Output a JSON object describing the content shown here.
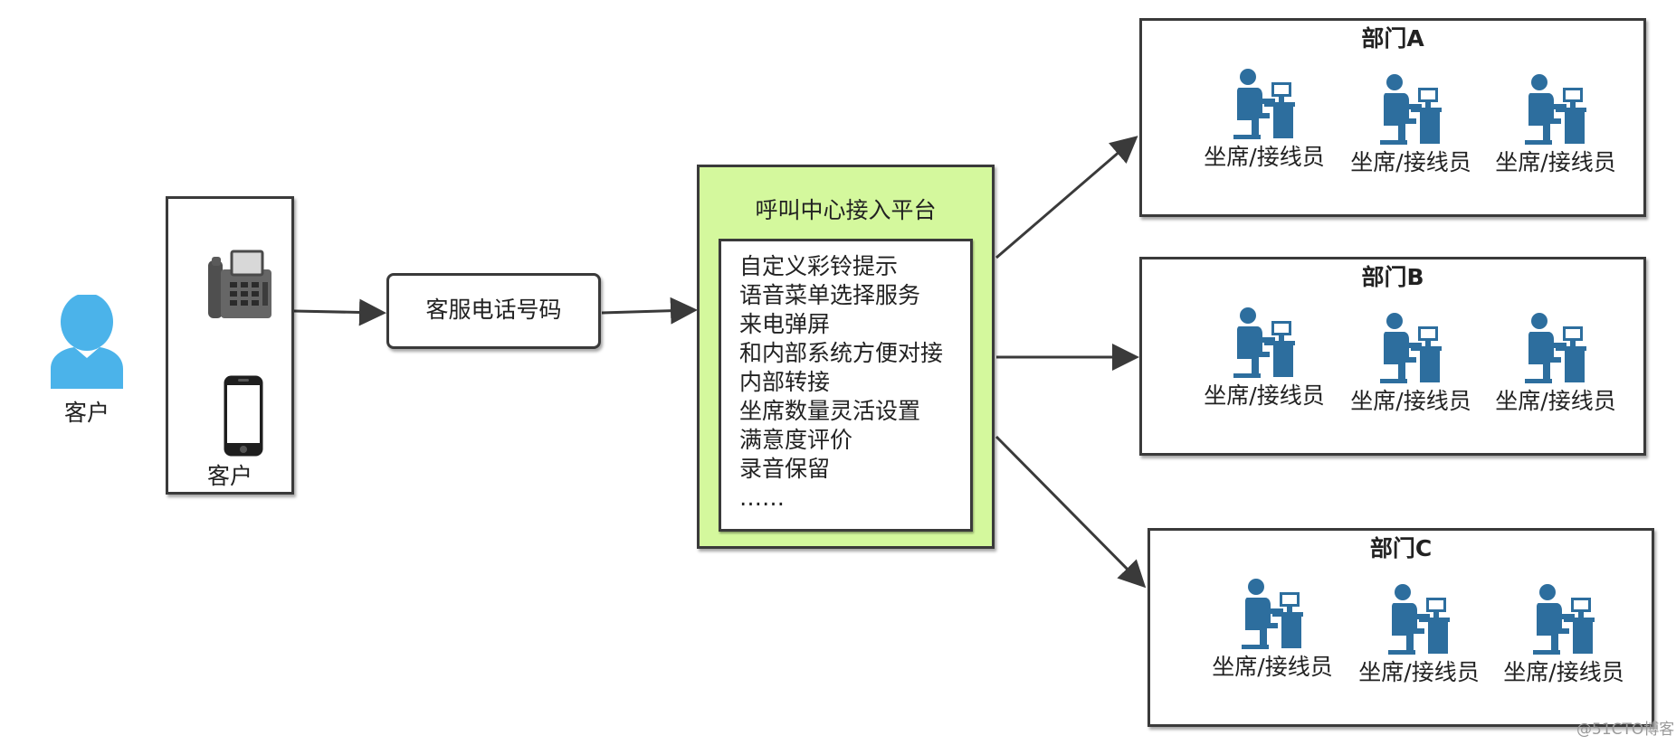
{
  "customer": {
    "person_label": "客户",
    "channel_label": "客户"
  },
  "hotline": {
    "label": "客服电话号码"
  },
  "platform": {
    "title": "呼叫中心接入平台",
    "features": [
      "自定义彩铃提示",
      "语音菜单选择服务",
      "来电弹屏",
      "和内部系统方便对接",
      "内部转接",
      "坐席数量灵活设置",
      "满意度评价",
      "录音保留",
      "……"
    ]
  },
  "departments": [
    {
      "title": "部门A",
      "agents": [
        "坐席/接线员",
        "坐席/接线员",
        "坐席/接线员"
      ]
    },
    {
      "title": "部门B",
      "agents": [
        "坐席/接线员",
        "坐席/接线员",
        "坐席/接线员"
      ]
    },
    {
      "title": "部门C",
      "agents": [
        "坐席/接线员",
        "坐席/接线员",
        "坐席/接线员"
      ]
    }
  ],
  "watermark": "@51CTO博客",
  "colors": {
    "person": "#4bb3ea",
    "agent": "#2d6e9e",
    "platform_fill": "#d4f89d",
    "border": "#3a3a3a",
    "arrow": "#3a3a3a"
  },
  "icons": {
    "person": "person-icon",
    "phone": "desk-phone-icon",
    "mobile": "mobile-phone-icon",
    "agent": "agent-at-desk-icon"
  }
}
